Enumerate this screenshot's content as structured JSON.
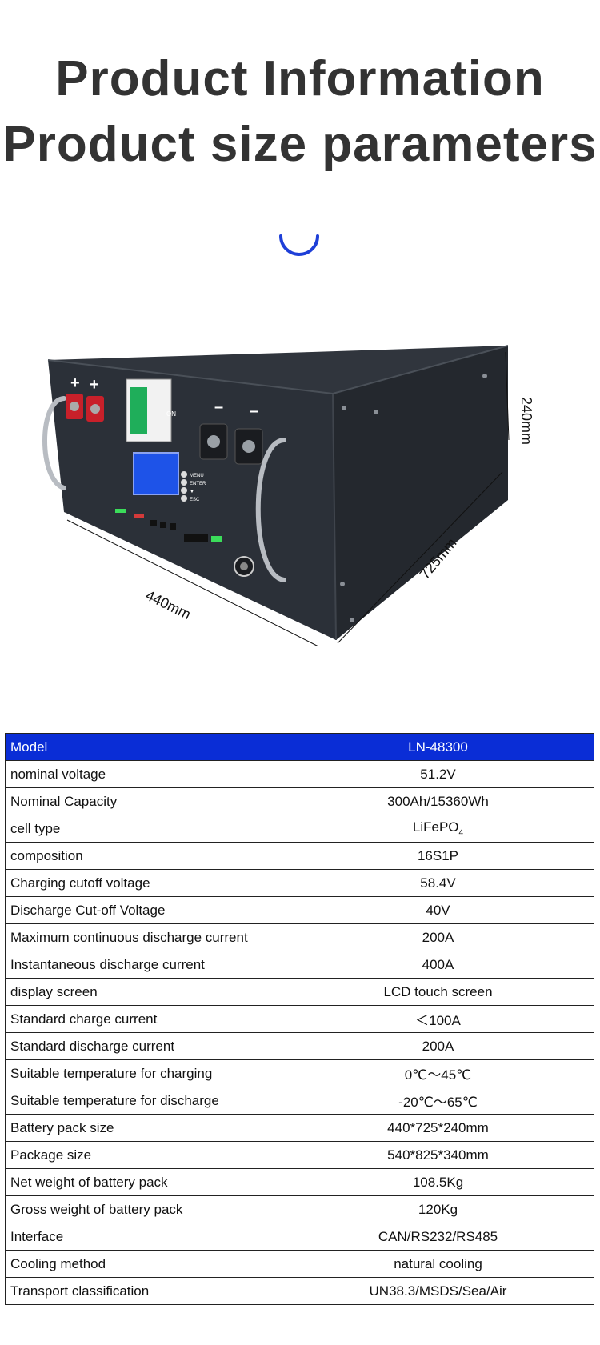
{
  "header": {
    "title_line1": "Product Information",
    "title_line2": "Product size parameters"
  },
  "colors": {
    "accent": "#1e3fd8",
    "table_header": "#0a2dd6",
    "battery_body": "#2a2f36"
  },
  "dimensions": {
    "width": "440mm",
    "depth": "725mm",
    "height": "240mm"
  },
  "battery_panel": {
    "button_labels": [
      "MENU",
      "ENTER",
      "▼",
      "ESC"
    ],
    "switch_label": "ON",
    "plus": "+",
    "minus": "–"
  },
  "spec_table": {
    "header": {
      "label": "Model",
      "value": "LN-48300"
    },
    "rows": [
      {
        "label": "nominal voltage",
        "value": "51.2V"
      },
      {
        "label": "Nominal Capacity",
        "value": "300Ah/15360Wh"
      },
      {
        "label": "cell type",
        "value": "LiFePO",
        "value_sub": "4"
      },
      {
        "label": "composition",
        "value": "16S1P"
      },
      {
        "label": "Charging cutoff voltage",
        "value": "58.4V"
      },
      {
        "label": "Discharge Cut-off Voltage",
        "value": "40V"
      },
      {
        "label": "Maximum continuous discharge current",
        "value": "200A"
      },
      {
        "label": "Instantaneous discharge current",
        "value": "400A"
      },
      {
        "label": "display screen",
        "value": "LCD touch screen"
      },
      {
        "label": "Standard charge current",
        "value": "＜100A"
      },
      {
        "label": "Standard discharge current",
        "value": "200A"
      },
      {
        "label": "Suitable temperature for charging",
        "value": "0℃～45℃"
      },
      {
        "label": "Suitable temperature for discharge",
        "value": "-20℃～65℃"
      },
      {
        "label": "Battery pack size",
        "value": "440*725*240mm"
      },
      {
        "label": "Package size",
        "value": "540*825*340mm"
      },
      {
        "label": "Net weight of battery pack",
        "value": "108.5Kg"
      },
      {
        "label": "Gross weight of battery pack",
        "value": "120Kg"
      },
      {
        "label": "Interface",
        "value": "CAN/RS232/RS485"
      },
      {
        "label": "Cooling method",
        "value": "natural cooling"
      },
      {
        "label": "Transport classification",
        "value": "UN38.3/MSDS/Sea/Air"
      }
    ]
  }
}
